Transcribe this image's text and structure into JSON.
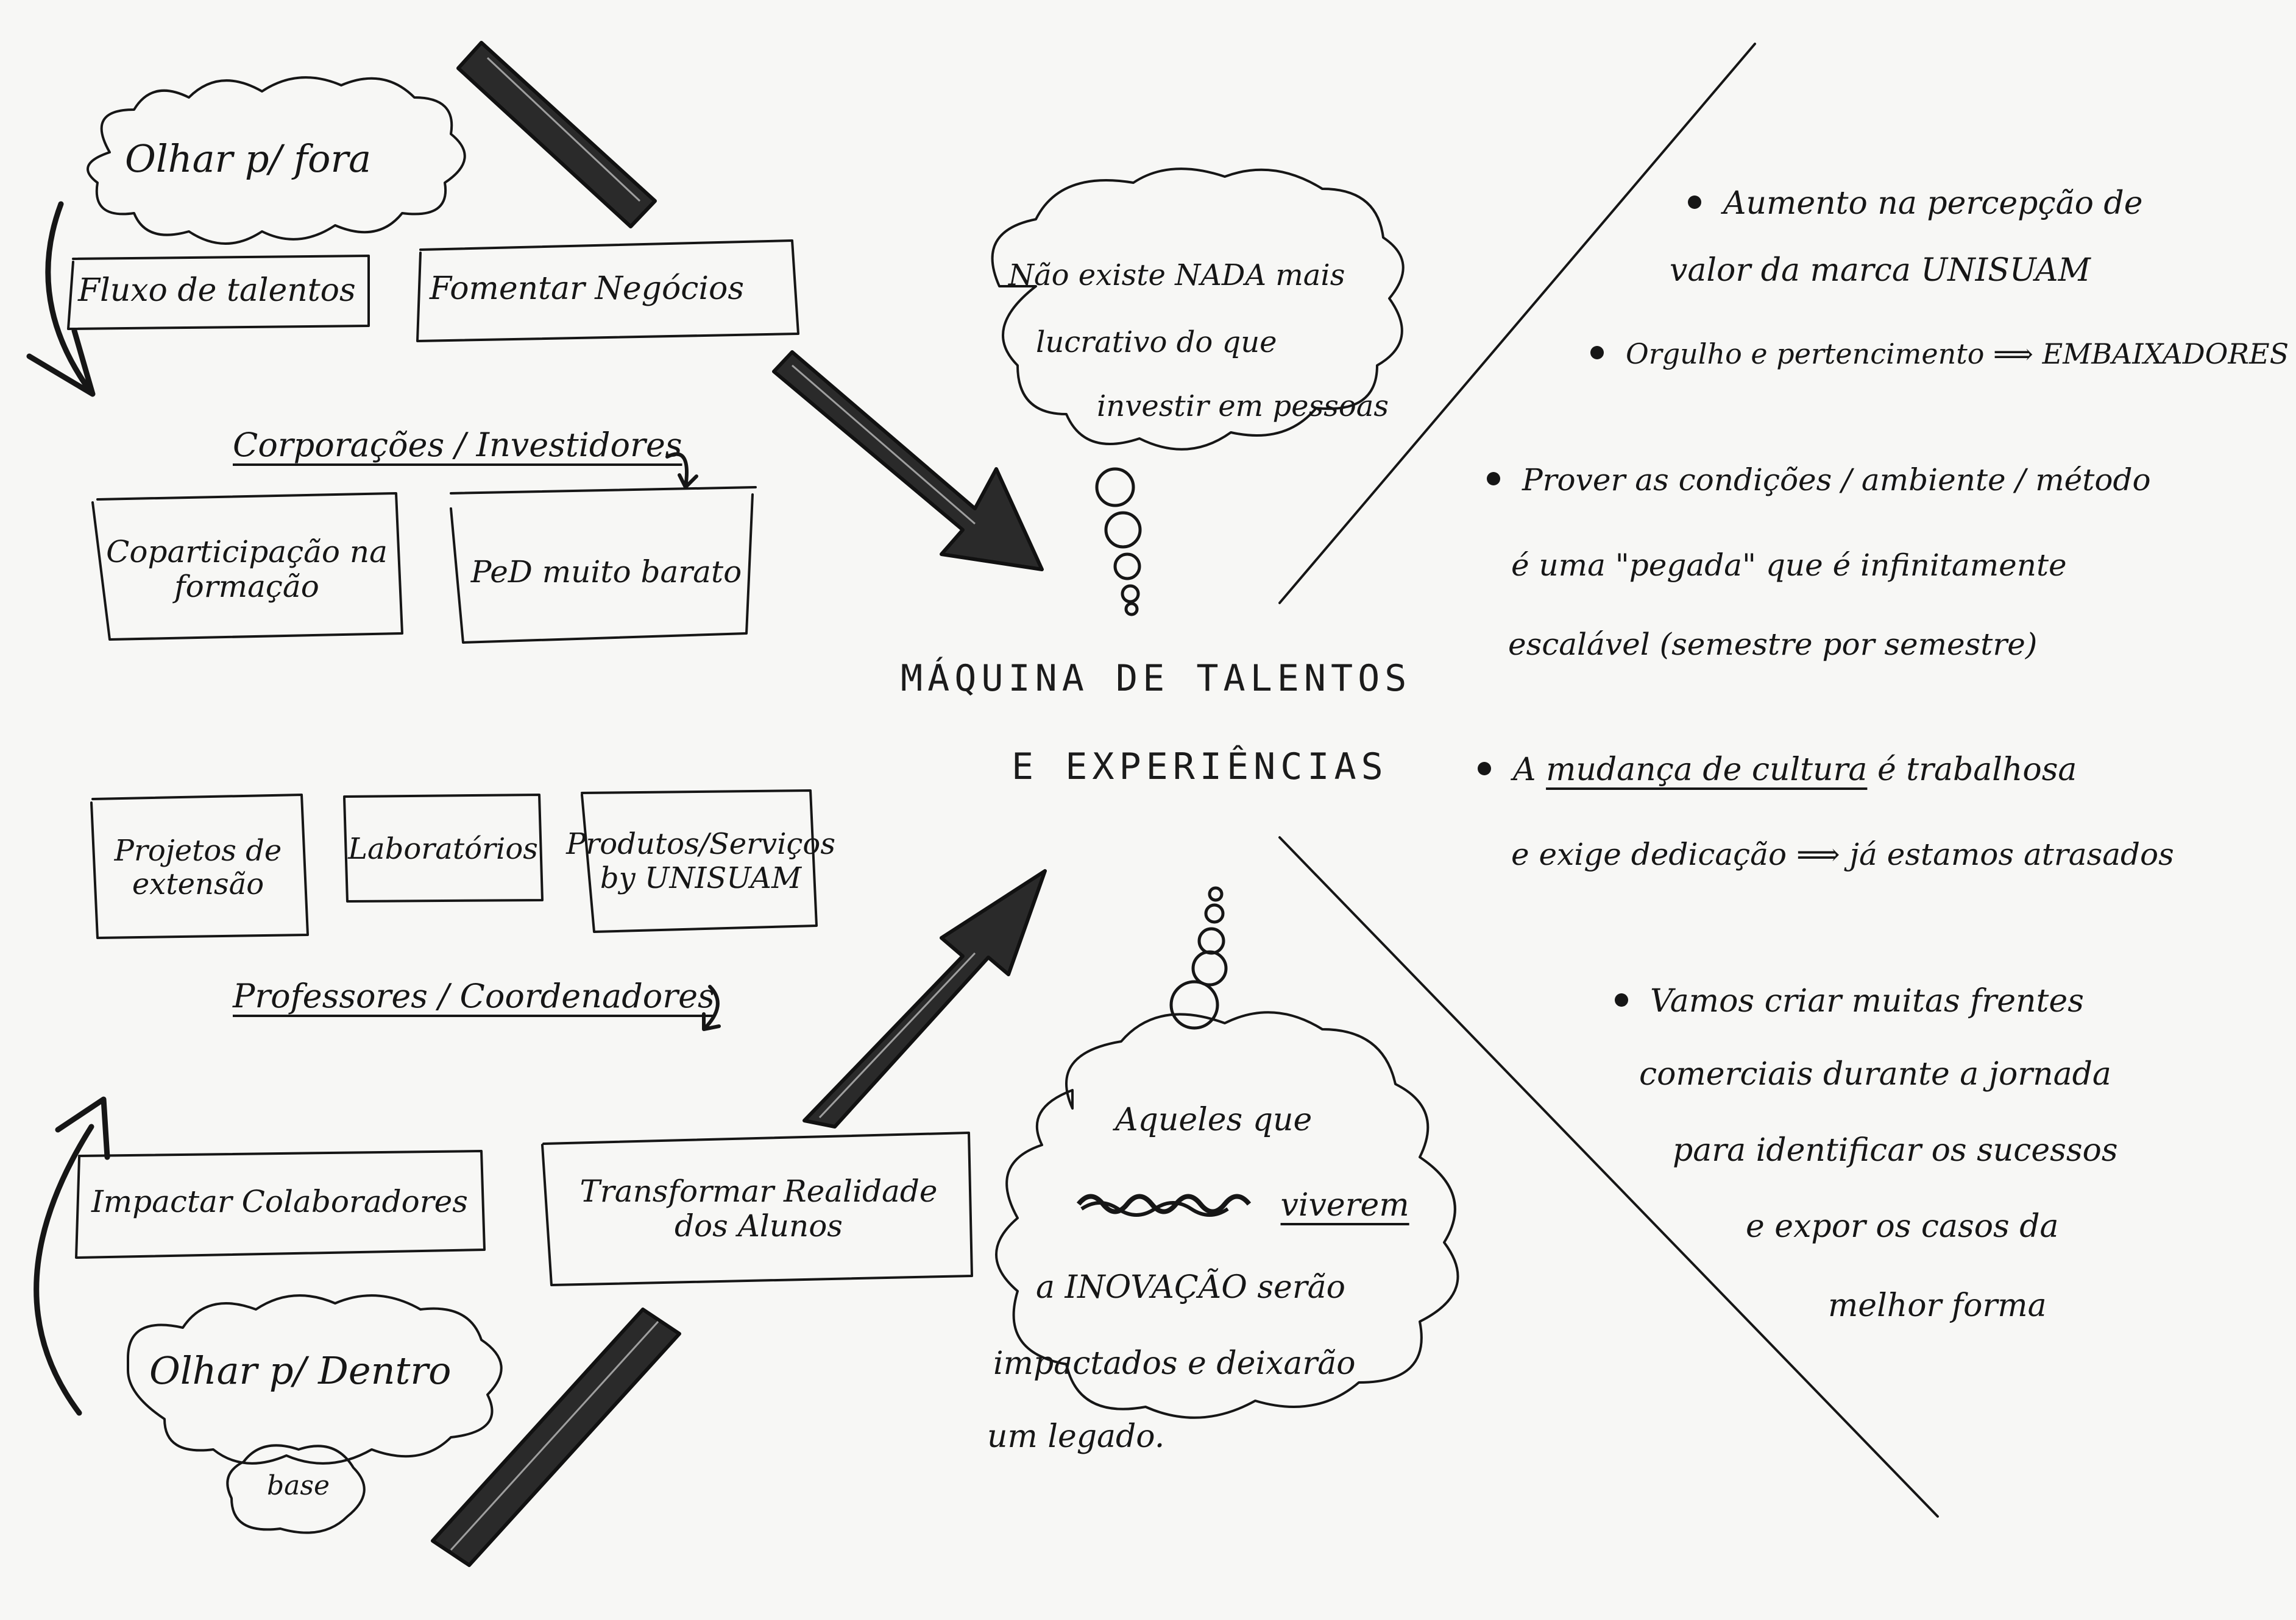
{
  "diagram": {
    "center_title": {
      "line1": "MÁQUINA DE TALENTOS",
      "line2": "E EXPERIÊNCIAS"
    },
    "outward": {
      "heading": "Olhar p/ fora",
      "boxes": [
        "Fluxo de talentos",
        "Fomentar Negócios"
      ],
      "group_label": "Corporações / Investidores",
      "sub_boxes": [
        "Coparticipação na formação",
        "PeD muito barato"
      ]
    },
    "inward": {
      "heading": "Olhar p/ Dentro",
      "base_note": "base",
      "boxes_top": [
        "Projetos de extensão",
        "Laboratórios",
        "Produtos/Serviços by UNISUAM"
      ],
      "group_label": "Professores / Coordenadores",
      "boxes_bottom": [
        "Impactar Colaboradores",
        "Transformar Realidade dos Alunos"
      ]
    },
    "thought_top": {
      "lines": [
        "Não existe NADA mais",
        "lucrativo do que",
        "investir em pessoas"
      ]
    },
    "thought_bottom": {
      "line1": "Aqueles que",
      "line2_word": "viverem",
      "line3": "a INOVAÇÃO serão",
      "line4": "impactados e deixarão",
      "line5": "um legado."
    },
    "notes": {
      "n1": [
        "Aumento na percepção de",
        "valor da marca UNISUAM"
      ],
      "n2": "Orgulho e pertencimento ⟹ EMBAIXADORES",
      "n3": [
        "Prover as condições / ambiente / método",
        "é uma \"pegada\" que é infinitamente",
        "escalável (semestre por semestre)"
      ],
      "n4_prefix": "A",
      "n4_underlined": "mudança de cultura",
      "n4_suffix": "é trabalhosa",
      "n4_line2": "e exige dedicação ⟹ já estamos atrasados",
      "n5": [
        "Vamos criar muitas frentes",
        "comerciais durante a jornada",
        "para identificar os sucessos",
        "e expor os casos da",
        "melhor forma"
      ]
    }
  }
}
